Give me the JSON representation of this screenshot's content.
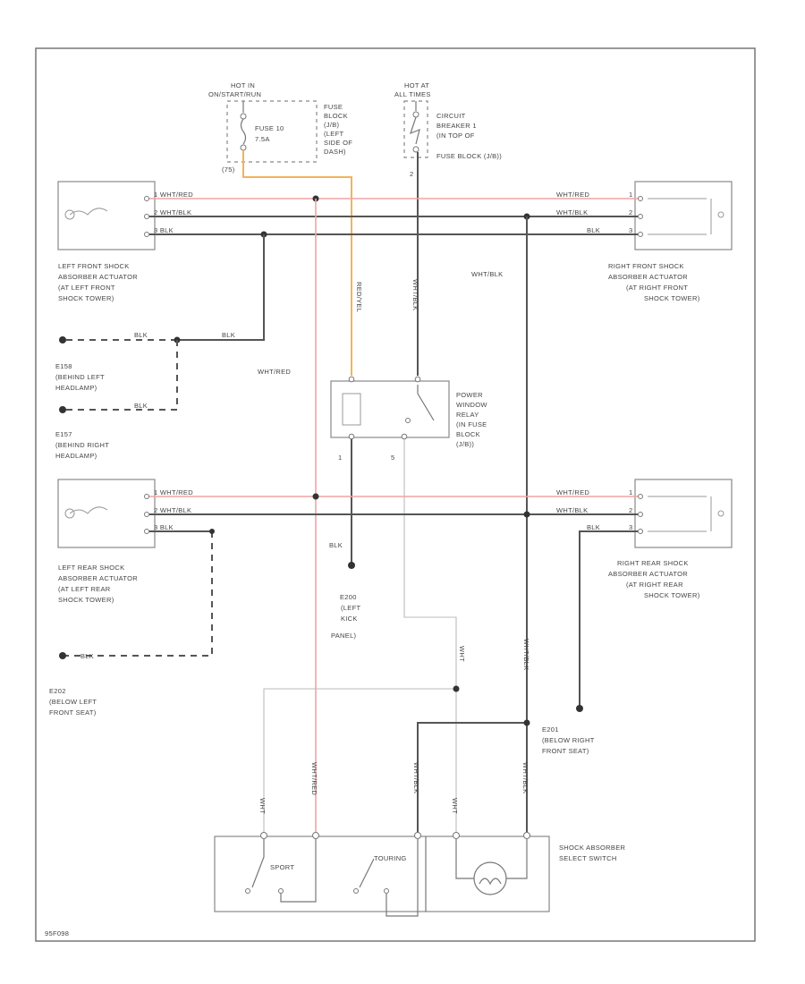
{
  "border_label": "95F098",
  "fuse": {
    "hot_label_1": "HOT IN",
    "hot_label_2": "ON/START/RUN",
    "fuse_label_1": "FUSE 10",
    "fuse_label_2": "7.5A",
    "block_label": [
      "FUSE",
      "BLOCK",
      "(J/B)",
      "(LEFT",
      "SIDE OF",
      "DASH)"
    ],
    "term": "(75)"
  },
  "breaker": {
    "hot_label_1": "HOT AT",
    "hot_label_2": "ALL TIMES",
    "label": [
      "CIRCUIT",
      "BREAKER 1",
      "(IN TOP OF",
      "FUSE BLOCK (J/B))"
    ],
    "term": "2"
  },
  "actuators": {
    "lf": {
      "label": [
        "LEFT FRONT SHOCK",
        "ABSORBER ACTUATOR",
        "(AT LEFT FRONT",
        "SHOCK TOWER)"
      ],
      "wires": [
        "1 WHT/RED",
        "2 WHT/BLK",
        "3 BLK"
      ]
    },
    "rf": {
      "label": [
        "RIGHT FRONT SHOCK",
        "ABSORBER ACTUATOR",
        "(AT RIGHT FRONT",
        "SHOCK TOWER)"
      ],
      "wires": [
        "WHT/RED",
        "WHT/BLK",
        "BLK"
      ],
      "pins": [
        "1",
        "2",
        "3"
      ]
    },
    "lr": {
      "label": [
        "LEFT REAR SHOCK",
        "ABSORBER ACTUATOR",
        "(AT LEFT REAR",
        "SHOCK TOWER)"
      ],
      "wires": [
        "1 WHT/RED",
        "2 WHT/BLK",
        "3 BLK"
      ]
    },
    "rr": {
      "label": [
        "RIGHT REAR SHOCK",
        "ABSORBER ACTUATOR",
        "(AT RIGHT REAR",
        "SHOCK TOWER)"
      ],
      "wires": [
        "WHT/RED",
        "WHT/BLK",
        "BLK"
      ],
      "pins": [
        "1",
        "2",
        "3"
      ]
    }
  },
  "wire_labels": {
    "red_org": "RED/YEL",
    "wht_blk_vert": "WHT/BLK",
    "wht_blk_right": "WHT/BLK",
    "wht_red_left": "WHT/RED",
    "blk_e158": "BLK",
    "blk_e158_2": "BLK",
    "blk_e157": "BLK",
    "blk_e200": "BLK",
    "blk_e202": "BLK",
    "wht_low": "WHT",
    "wht_blk_low": "WHT/BLK",
    "sw_wht": "WHT",
    "sw_wht_red": "WHT/RED",
    "sw_wht_blk_1": "WHT/BLK",
    "sw_wht_2": "WHT",
    "sw_wht_blk_2": "WHT/BLK"
  },
  "grounds": {
    "e158": [
      "E158",
      "(BEHIND LEFT",
      "HEADLAMP)"
    ],
    "e157": [
      "E157",
      "(BEHIND RIGHT",
      "HEADLAMP)"
    ],
    "e200": [
      "E200",
      "(LEFT",
      "KICK",
      "PANEL)"
    ],
    "e202": [
      "E202",
      "(BELOW LEFT",
      "FRONT SEAT)"
    ],
    "e201": [
      "E201",
      "(BELOW RIGHT",
      "FRONT SEAT)"
    ]
  },
  "relay": {
    "label": [
      "POWER",
      "WINDOW",
      "RELAY",
      "(IN FUSE",
      "BLOCK",
      "(J/B))"
    ],
    "pin_left": "1",
    "pin_right": "5"
  },
  "switch": {
    "label": [
      "SHOCK ABSORBER",
      "SELECT SWITCH"
    ],
    "sport": "SPORT",
    "touring": "TOURING",
    "lamp": "LAMP"
  }
}
